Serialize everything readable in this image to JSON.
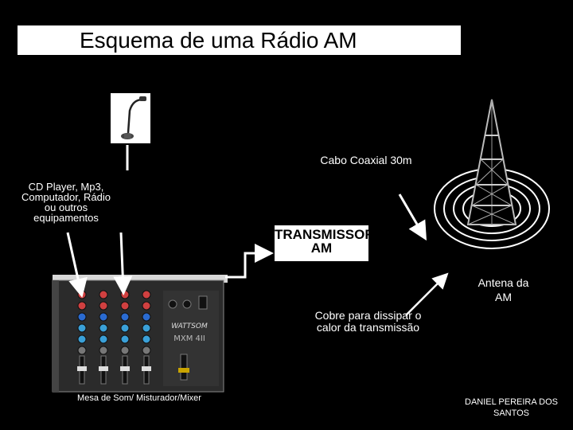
{
  "title": "Esquema de uma Rádio AM",
  "labels": {
    "sources": "CD Player, Mp3, Computador, Rádio ou outros equipamentos",
    "cable": "Cabo Coaxial 30m",
    "transmitter": "TRANSMISSOR AM",
    "antenna": "Antena da AM",
    "copper": "Cobre para dissipar o calor da transmissão",
    "mixer": "Mesa de Som/ Misturador/Mixer",
    "author": "DANIEL PEREIRA DOS SANTOS"
  },
  "mixer_brand": {
    "logo": "WATTSOM",
    "model": "MXM 4II"
  },
  "colors": {
    "background": "#000000",
    "title_box": "#ffffff",
    "text": "#ffffff",
    "arrow": "#ffffff"
  },
  "icons": [
    "microphone-icon",
    "mixer-icon",
    "antenna-tower-icon"
  ]
}
